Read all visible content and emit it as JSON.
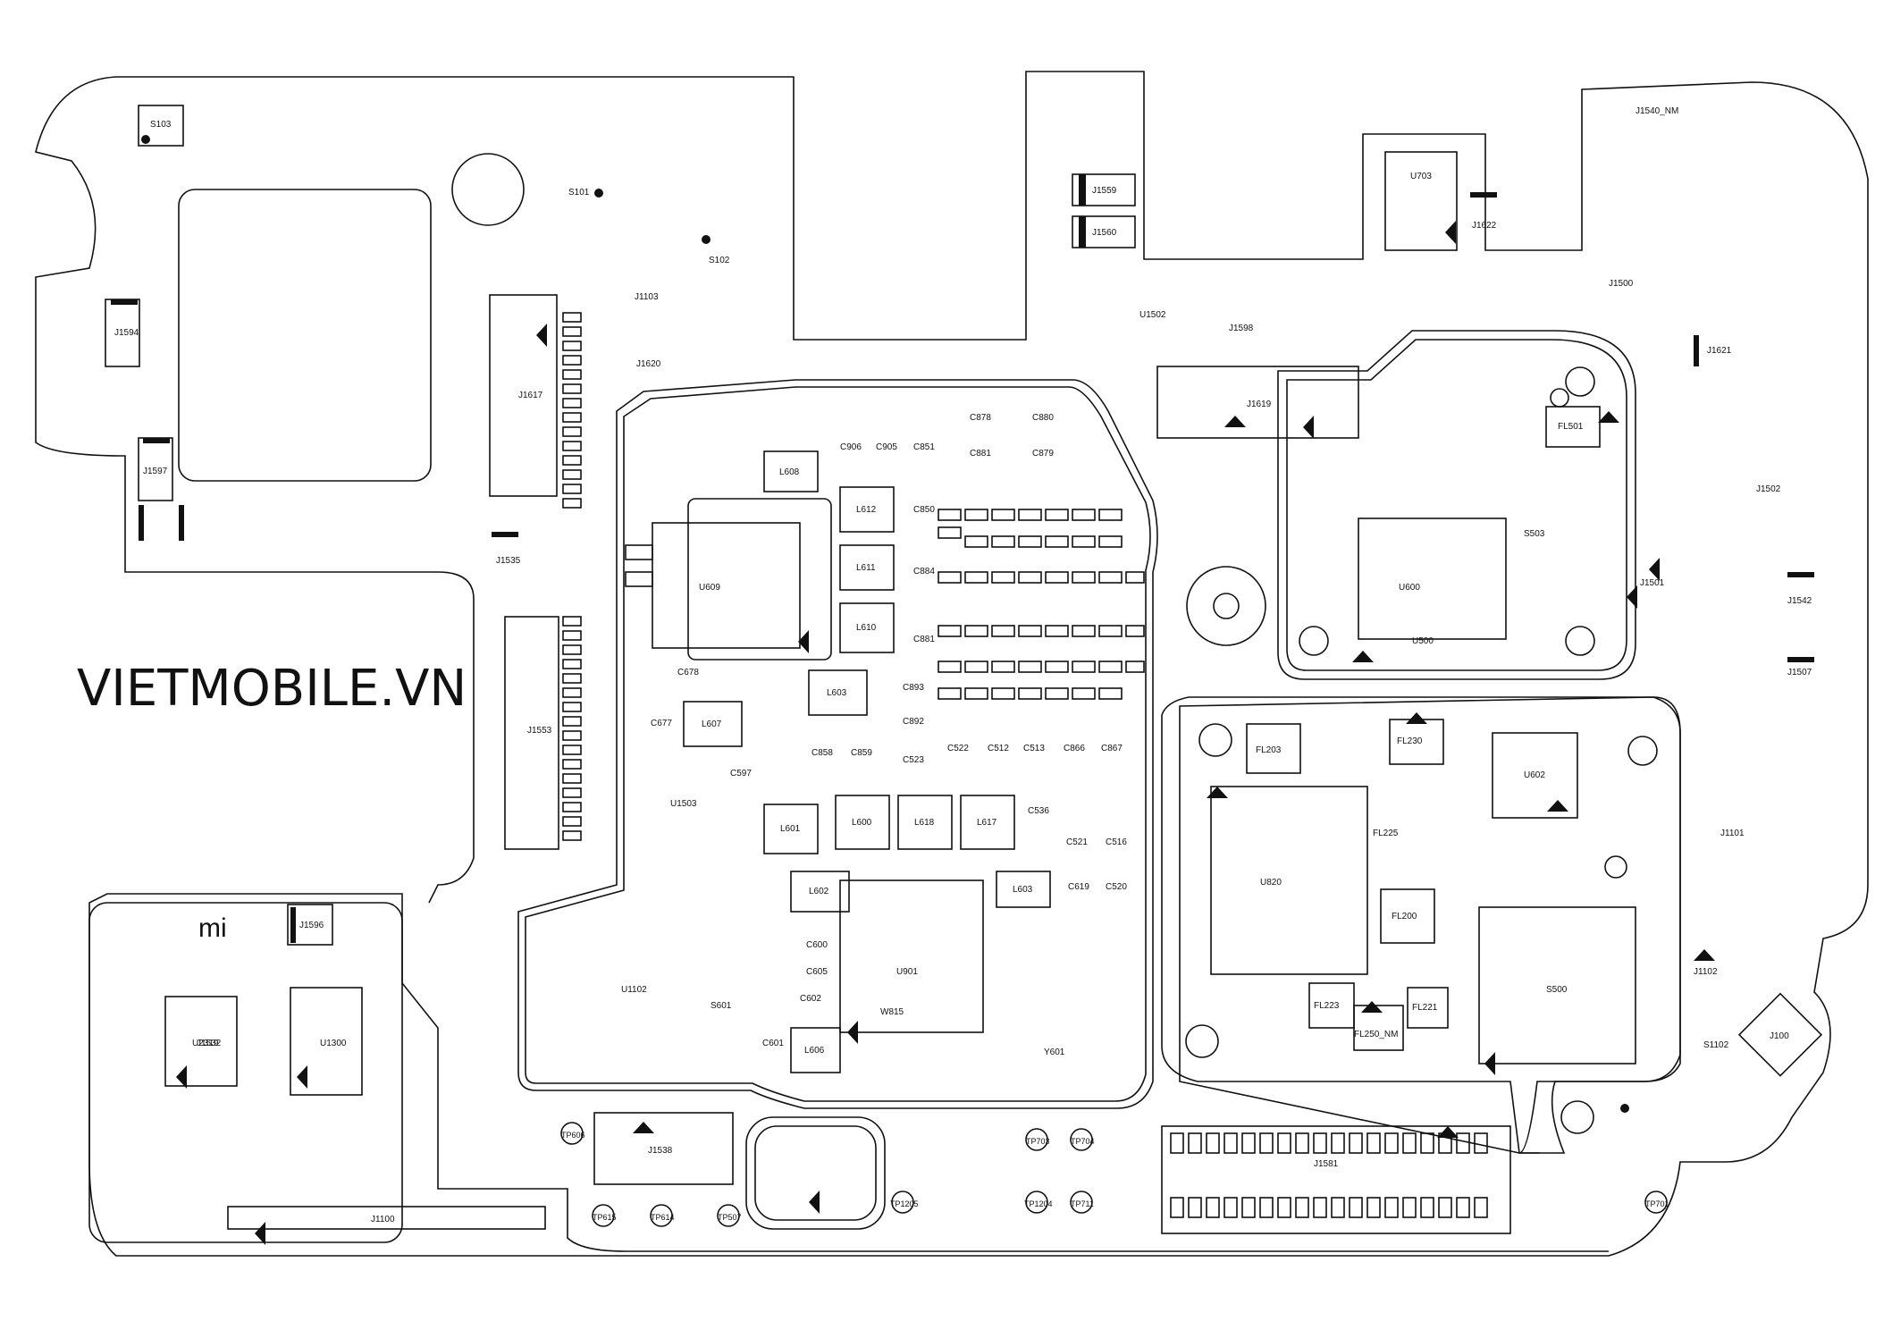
{
  "watermark": "VIETMOBILE.VN",
  "colors": {
    "line": "#111111",
    "background": "#ffffff"
  },
  "logo": "mi",
  "chips": {
    "cpu": "U901",
    "pmic": "U600",
    "emmc": "U602",
    "rf_transceiver": "U500",
    "lpddr": "U609",
    "rf_main": "U820",
    "shield": "S500",
    "speaker_amp": "U1300",
    "audio": "U2319"
  },
  "connectors": {
    "battery": "J1620",
    "display": "J1594",
    "sim": "J1617",
    "usb": "J1538",
    "lcd": "J1581",
    "camera": "J1100",
    "j1619": "J1619",
    "j1553": "J1553",
    "j1532": "J1532",
    "j1535": "J1535",
    "j1596": "J1596",
    "j1540": "J1540_NM",
    "j1507": "J1507",
    "j1542": "J1542",
    "j1621": "J1621",
    "j1559": "J1559",
    "j1560": "J1560",
    "j1598": "J1598",
    "j1597": "J1597",
    "j1103": "J1103",
    "j1101": "J1101",
    "j1102": "J1102",
    "j1502": "J1502",
    "j1501": "J1501",
    "j1500": "J1500",
    "j1622": "J1622"
  },
  "labels": {
    "u703": "U703",
    "s103": "S103",
    "s101": "S101",
    "s102": "S102",
    "l608": "L608",
    "l612": "L612",
    "l611": "L611",
    "l610": "L610",
    "l603": "L603",
    "l607": "L607",
    "l601": "L601",
    "l600": "L600",
    "l618": "L618",
    "l617": "L617",
    "l602": "L602",
    "l606": "L606",
    "l603b": "L603",
    "fl203": "FL203",
    "fl230": "FL230",
    "fl225": "FL225",
    "fl200": "FL200",
    "fl221": "FL221",
    "fl223": "FL223",
    "fl250": "FL250_NM",
    "fl501": "FL501",
    "s503": "S503",
    "s1102": "S1102",
    "j100": "J100",
    "u1503": "U1503",
    "u1102": "U1102",
    "u1502": "U1502",
    "c600": "C600",
    "c601": "C601",
    "c602": "C602",
    "c605": "C605",
    "y601": "Y601",
    "s601": "S601",
    "c678": "C678",
    "c677": "C677",
    "c597": "C597",
    "c521": "C521",
    "c516": "C516",
    "c536": "C536",
    "c880": "C880",
    "c879": "C879",
    "c878": "C878",
    "c881": "C881",
    "c906": "C906",
    "c905": "C905",
    "c851": "C851",
    "c850": "C850",
    "c884": "C884",
    "c881b": "C881",
    "c893": "C893",
    "c892": "C892",
    "c522": "C522",
    "c512": "C512",
    "c513": "C513",
    "c866": "C866",
    "c867": "C867",
    "c858": "C858",
    "c859": "C859",
    "c523": "C523",
    "c619": "C619",
    "c520": "C520",
    "u815": "W815",
    "j1581_label": "J1581",
    "tp": [
      "TP703",
      "TP704",
      "TP1204",
      "TP711",
      "TP1205",
      "TP507",
      "TP614",
      "TP615",
      "TP701",
      "TP606"
    ]
  }
}
